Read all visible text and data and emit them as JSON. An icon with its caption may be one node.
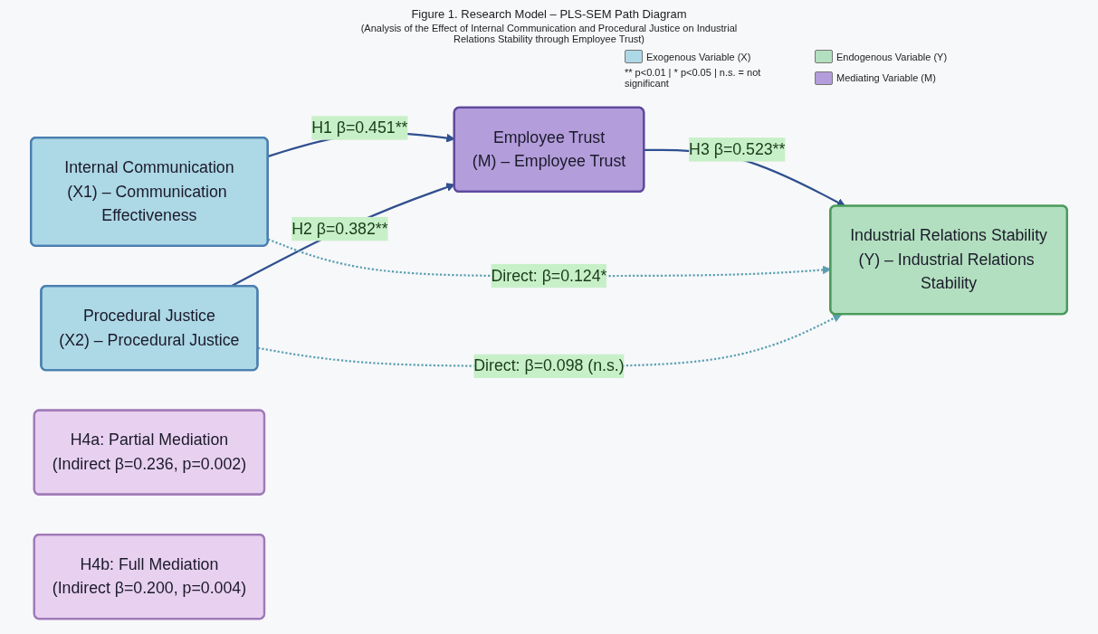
{
  "diagram": {
    "title": "Figure 1. Research Model – PLS-SEM Path Diagram",
    "nodes": [
      {
        "text": [
          "Internal Communication",
          "(X1) – Communication Effectiveness"
        ]
      },
      {
        "text": [
          "Procedural Justice",
          "(X2) – Procedural Justice"
        ]
      },
      {
        "text": [
          "Employee Trust",
          "(M) – Employee Trust"
        ]
      },
      {
        "text": [
          "Industrial Relations Stability",
          "(Y) – Industrial Relations Stability"
        ]
      },
      {
        "text": [
          "H4a: Partial Mediation",
          "(Indirect β=0.236, p=0.002)"
        ]
      },
      {
        "text": [
          "H4b: Full Mediation",
          "(Indirect β=0.200, p=0.004)"
        ]
      }
    ],
    "edges": [
      {
        "from": 0,
        "to": 2,
        "arrow": "to",
        "label": "H1 β=0.451**"
      },
      {
        "from": 1,
        "to": 2,
        "arrow": "to",
        "label": "H2 β=0.382**"
      },
      {
        "from": 2,
        "to": 3,
        "arrow": "to",
        "label": "H3 β=0.523**"
      },
      {
        "from": 0,
        "to": 3,
        "arrow": "to",
        "label": "Direct: β=0.124*",
        "style": "dashed",
        "color": "#5a9fb0"
      },
      {
        "from": 1,
        "to": 3,
        "arrow": "to",
        "label": "Direct: β=0.098 (n.s.)",
        "style": "dashed",
        "color": "#5a9fb0"
      }
    ],
    "labels": [
      "(Analysis of the Effect of Internal Communication and Procedural Justice on Industrial Relations Stability through Employee Trust)",
      "** p<0.01 | * p<0.05 | n.s. = not significant"
    ],
    "legend": [
      {
        "text": "Exogenous Variable (X)",
        "color": "#add8e6"
      },
      {
        "text": "Endogenous Variable (Y)",
        "color": "#b2dfbf"
      },
      {
        "text": "Mediating Variable (M)",
        "color": "#b39ddb"
      }
    ]
  }
}
